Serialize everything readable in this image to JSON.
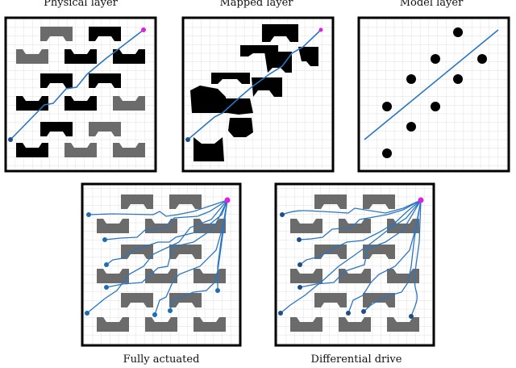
{
  "panels": {
    "physical": {
      "label": "Physical layer"
    },
    "mapped": {
      "label": "Mapped layer"
    },
    "model": {
      "label": "Model layer"
    },
    "fully_actuated": {
      "label": "Fully actuated"
    },
    "differential_drive": {
      "label": "Differential drive"
    }
  },
  "colors": {
    "frame": "#000000",
    "grid": "#d4d4d4",
    "obstacle_black": "#000000",
    "obstacle_gray": "#6b6b6b",
    "path": "#2a76c2",
    "goal": "#e020e0",
    "start": "#1b4f8c"
  }
}
